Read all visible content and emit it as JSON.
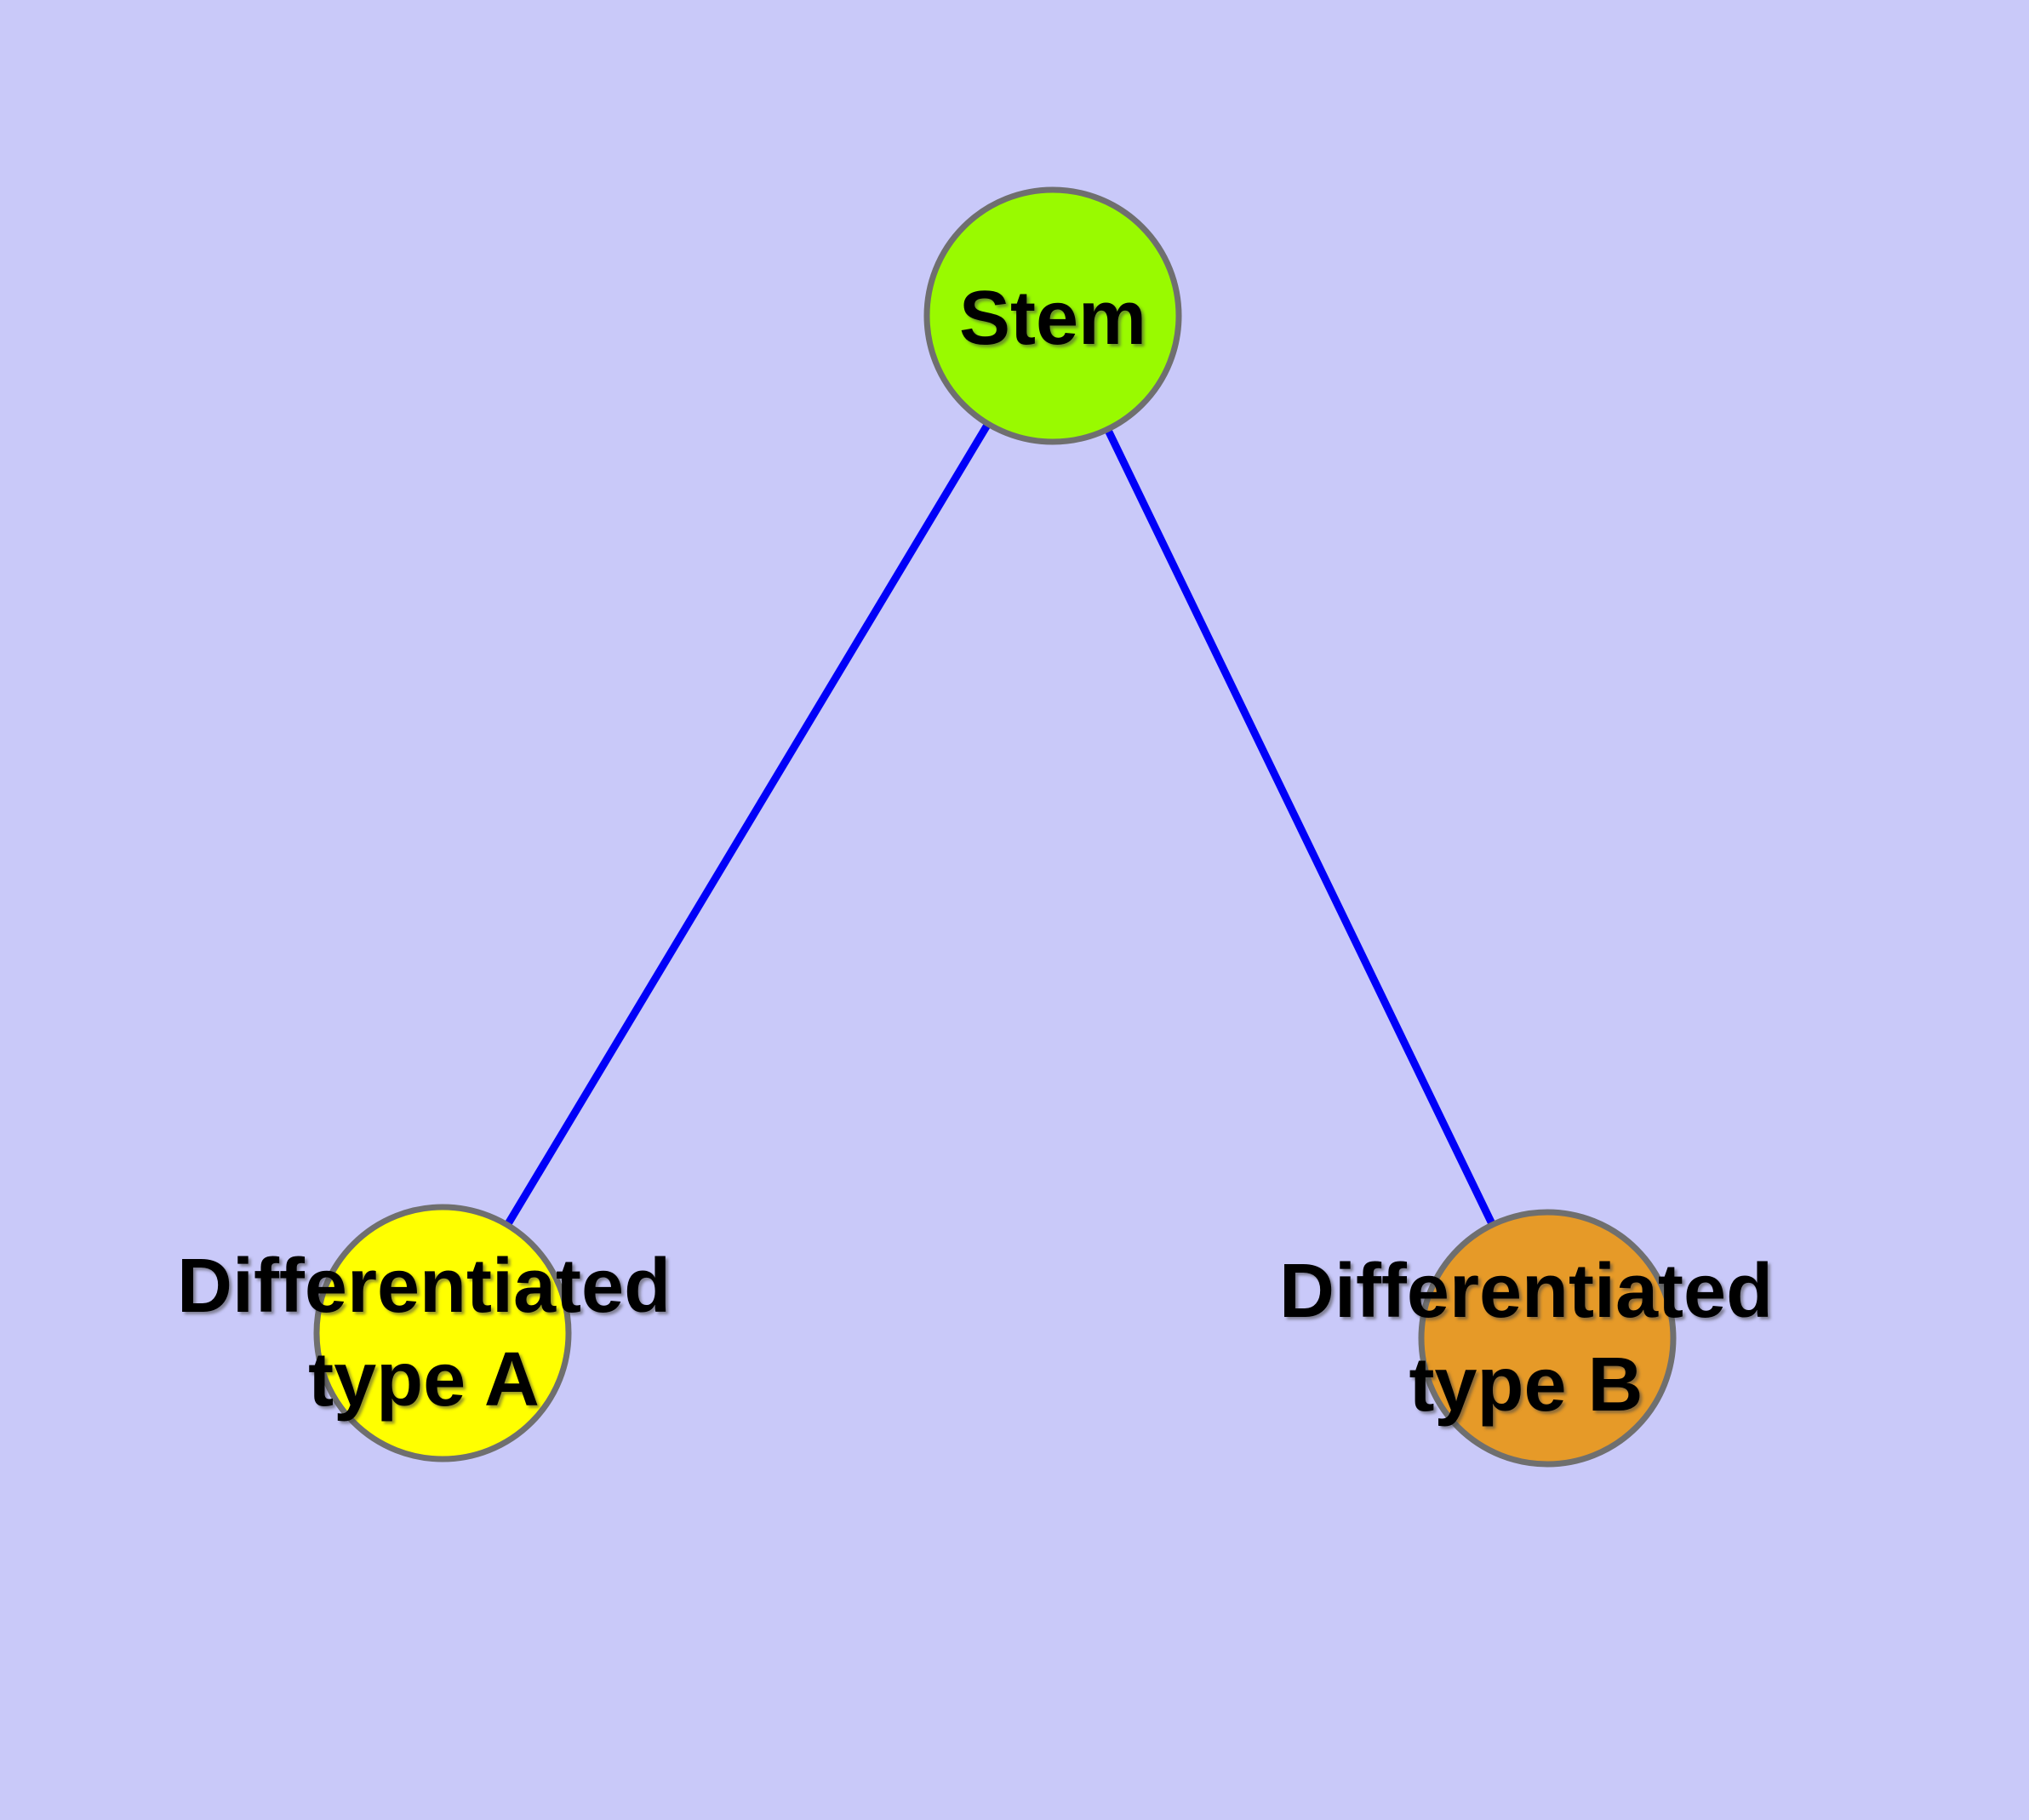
{
  "canvas": {
    "background": "#c9c9f9"
  },
  "diagram": {
    "type": "graph",
    "nodes": [
      {
        "id": "stem",
        "label": "Stem",
        "lines": [
          "Stem"
        ],
        "fill": "#99fa00",
        "border_color": "#6f6f6f"
      },
      {
        "id": "differentiated-type-a",
        "label": "Differentiated type A",
        "lines": [
          "Differentiated",
          "type A"
        ],
        "fill": "#ffff00",
        "border_color": "#6f6f6f"
      },
      {
        "id": "differentiated-type-b",
        "label": "Differentiated type B",
        "lines": [
          "Differentiated",
          "type B"
        ],
        "fill": "#e69a28",
        "border_color": "#6f6f6f"
      }
    ],
    "edges": [
      {
        "from": "stem",
        "to": "differentiated-type-a",
        "color": "#0000f8"
      },
      {
        "from": "stem",
        "to": "differentiated-type-b",
        "color": "#0000f8"
      }
    ],
    "text_color": "#000000"
  }
}
